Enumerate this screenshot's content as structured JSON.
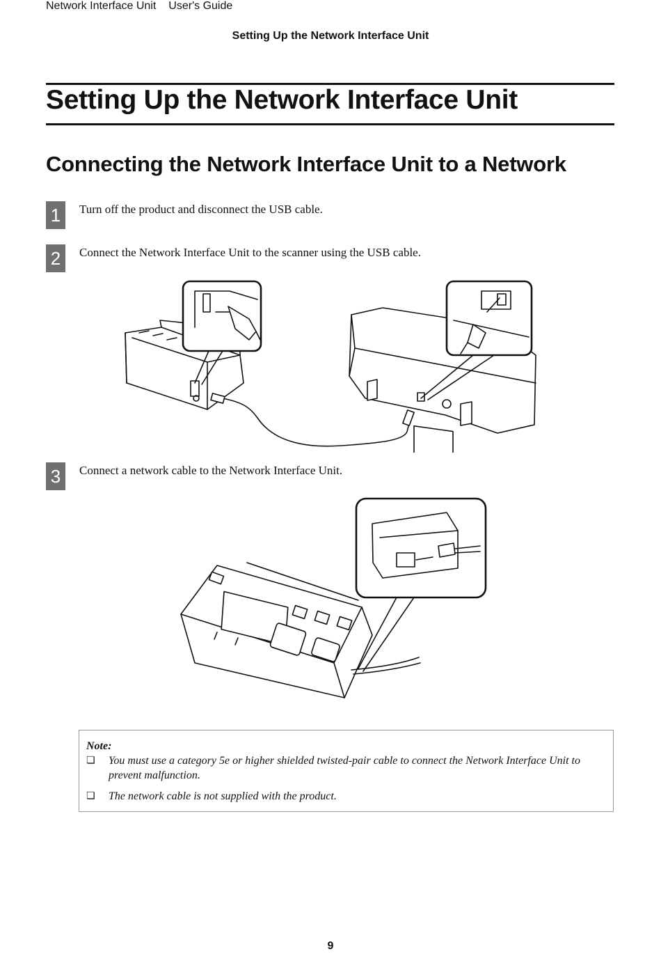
{
  "header": {
    "doc_title": "Network Interface Unit",
    "guide_label": "User's Guide",
    "section": "Setting Up the Network Interface Unit"
  },
  "chapter_title": "Setting Up the Network Interface Unit",
  "section_title": "Connecting the Network Interface Unit to a Network",
  "steps": [
    {
      "number": "1",
      "text": "Turn off the product and disconnect the USB cable."
    },
    {
      "number": "2",
      "text": "Connect the Network Interface Unit to the scanner using the USB cable."
    },
    {
      "number": "3",
      "text": "Connect a network cable to the Network Interface Unit."
    }
  ],
  "note": {
    "title": "Note:",
    "bullet_glyph": "❏",
    "items": [
      {
        "line1": "You must use a category 5e or higher shielded twisted-pair cable to connect the Network Interface Unit to",
        "line2": "prevent malfunction."
      },
      {
        "line1": "The network cable is not supplied with the product.",
        "line2": ""
      }
    ]
  },
  "page_number": "9",
  "illustrations": {
    "usb_connection": "scanner-usb-connection-illustration",
    "network_connection": "network-cable-connection-illustration"
  }
}
